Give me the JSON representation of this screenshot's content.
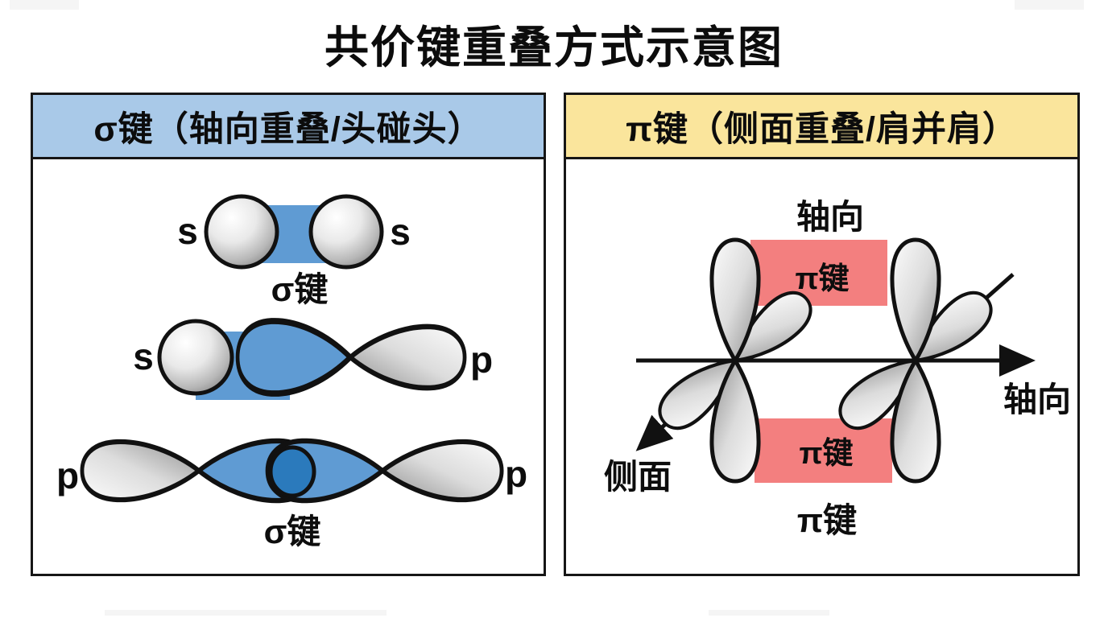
{
  "title": "共价键重叠方式示意图",
  "colors": {
    "header_blue": "#a9c9e8",
    "header_yellow": "#fae59c",
    "bond_blue": "#5f9bd3",
    "overlap_blue": "#2b7abc",
    "pi_pink": "#f37f7f"
  },
  "left_panel": {
    "header": "σ键（轴向重叠/头碰头）",
    "rows": [
      {
        "left_label": "s",
        "right_label": "s",
        "caption": "σ键"
      },
      {
        "left_label": "s",
        "right_label": "p"
      },
      {
        "left_label": "p",
        "right_label": "p",
        "caption": "σ键"
      }
    ]
  },
  "right_panel": {
    "header": "π键（侧面重叠/肩并肩）",
    "labels": {
      "axial_top": "轴向",
      "axial_right": "轴向",
      "side": "侧面",
      "pi_top": "π键",
      "pi_mid": "π键",
      "pi_bottom": "π键"
    }
  }
}
